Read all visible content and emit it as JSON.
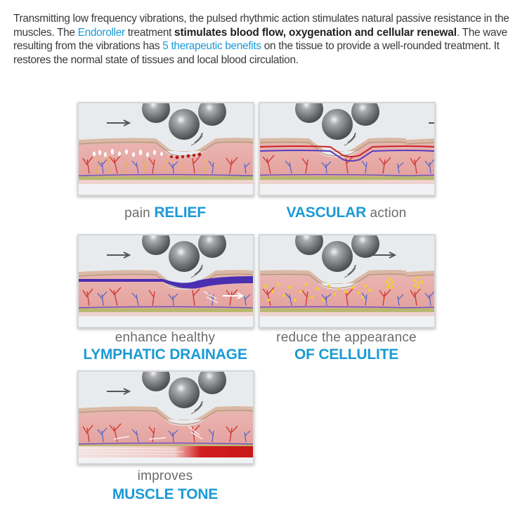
{
  "intro": {
    "t1": "Transmitting low frequency vibrations, the pulsed rhythmic action stimulates natural passive resistance in the muscles. The ",
    "brand": "Endoroller",
    "t2": " treatment ",
    "bold": "stimulates blood flow, oxygenation and cellular renewal",
    "t3": ". The wave resulting from the vibrations has ",
    "benefits": "5 therapeutic benefits",
    "t4": " on the tissue to provide a well-rounded treatment. It restores the normal state of tissues and local blood circulation."
  },
  "colors": {
    "accent": "#1a9ad6",
    "body_text": "#3a3a3a",
    "skin": "#e8a9a6",
    "artery": "#d42a2a",
    "vein": "#4a5bd0",
    "fat_layer": "#c9c98a",
    "cellulite": "#f2cf2b"
  },
  "panels": [
    {
      "id": "pain-relief",
      "line1": "pain ",
      "line1_bold": "RELIEF",
      "layout": "inline-light-first",
      "illustration": "nerve-endings-icon",
      "direction": "right"
    },
    {
      "id": "vascular-action",
      "line1_bold": "VASCULAR",
      "line1": " action",
      "layout": "inline-bold-first",
      "illustration": "blood-vessels-icon",
      "direction": "right"
    },
    {
      "id": "lymphatic-drainage",
      "line1": "enhance healthy",
      "line2_bold": "LYMPHATIC DRAINAGE",
      "layout": "two-line",
      "illustration": "lymph-vessel-icon",
      "direction": "right"
    },
    {
      "id": "cellulite",
      "line1": "reduce the appearance",
      "line2_bold": "OF CELLULITE",
      "layout": "two-line",
      "illustration": "fat-cells-icon",
      "direction": "right"
    },
    {
      "id": "muscle-tone",
      "line1": "improves",
      "line2_bold": "MUSCLE TONE",
      "layout": "two-line",
      "illustration": "muscle-fibers-icon",
      "direction": "right"
    }
  ]
}
